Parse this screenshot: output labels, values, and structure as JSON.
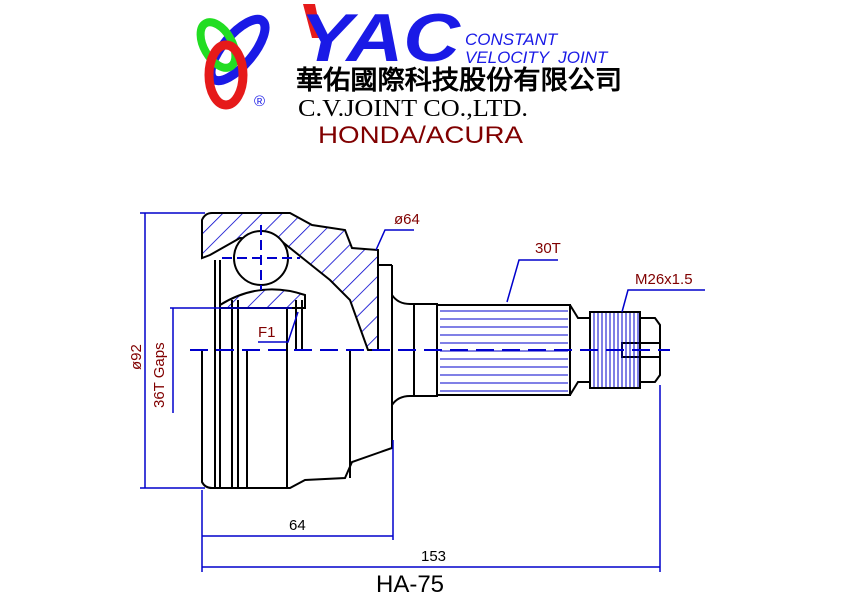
{
  "header": {
    "logo_text": "YAC",
    "registered_mark": "®",
    "tagline_line1": "CONSTANT",
    "tagline_line2": "VELOCITY  JOINT",
    "company_chinese": "華佑國際科技股份有限公司",
    "company_english": "C.V.JOINT CO.,LTD.",
    "make": "HONDA/ACURA"
  },
  "drawing": {
    "outer_diameter_label": "ø92",
    "inner_spline_label": "36T Gaps",
    "seal_diameter_label": "ø64",
    "shaft_spline_label": "30T",
    "thread_label": "M26x1.5",
    "feature_label": "F1",
    "housing_length_label": "64",
    "overall_length_label": "153",
    "part_number": "HA-75"
  },
  "colors": {
    "line": "#000000",
    "dimension": "#0000cc",
    "label": "#800000",
    "logo_blue": "#1a1ae6",
    "logo_red": "#e61a1a",
    "logo_green": "#22dd22"
  }
}
